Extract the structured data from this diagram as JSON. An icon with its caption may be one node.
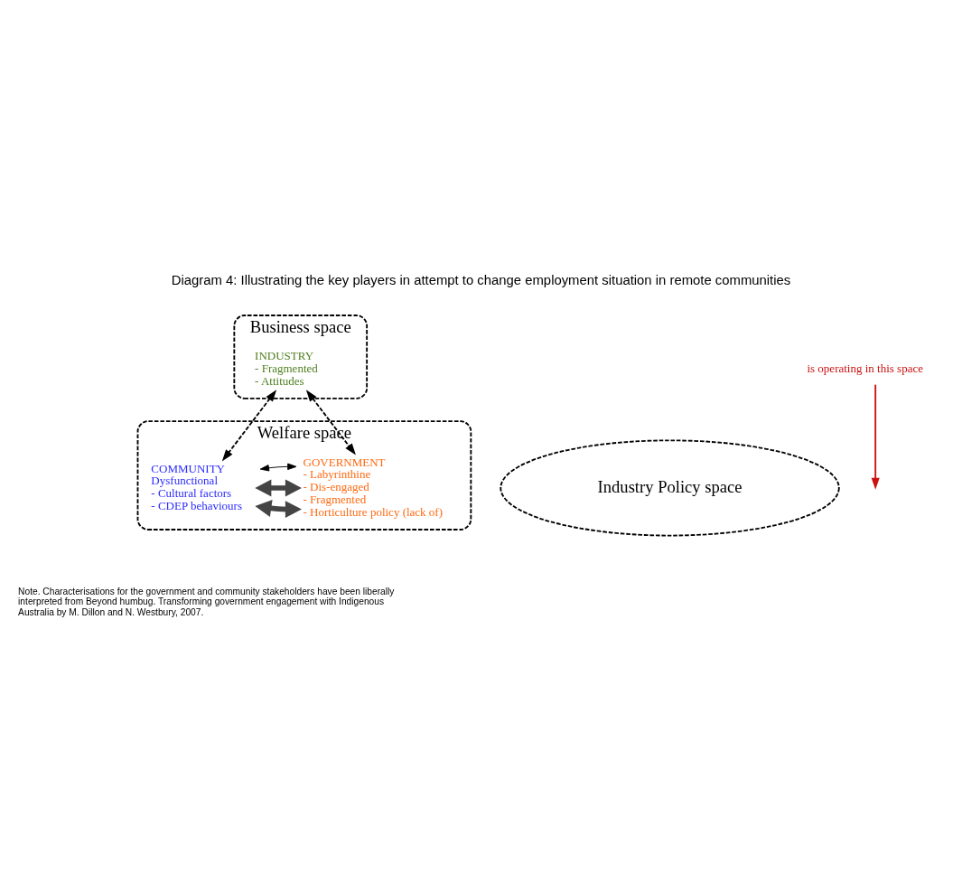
{
  "diagram": {
    "title": "Diagram 4: Illustrating the key players in attempt to change employment situation in remote communities",
    "caption": "Note. Characterisations for the government and community stakeholders have been liberally interpreted from Beyond humbug. Transforming government engagement with Indigenous Australia by M. Dillon and N. Westbury, 2007.",
    "nodes": [
      {
        "text": [
          "Business space"
        ]
      },
      {
        "text": [
          "INDUSTRY",
          "- Fragmented",
          "- Attitudes"
        ],
        "in": 0
      },
      {
        "text": [
          "Industry Policy space"
        ]
      },
      {
        "text": [
          "Welfare space"
        ]
      },
      {
        "text": [
          "COMMUNITY",
          "Dysfunctional",
          "- Cultural factors",
          "- CDEP behaviours"
        ],
        "in": 3
      },
      {
        "text": [
          "GOVERNMENT",
          "- Labyrinthine",
          "- Dis-engaged",
          "- Fragmented",
          "- Horticulture policy (lack of)"
        ],
        "in": 3
      },
      {
        "text": [
          "is operating in this space"
        ]
      }
    ],
    "edges": [
      {
        "from": 1,
        "to": 4,
        "arrow": "both",
        "style": "dashed"
      },
      {
        "from": 1,
        "to": 5,
        "arrow": "both",
        "style": "dashed"
      },
      {
        "from": 4,
        "to": 5,
        "arrow": "both",
        "style": "thick"
      },
      {
        "from": 4,
        "to": 5,
        "arrow": "both",
        "style": "thick"
      },
      {
        "from": 4,
        "to": 5,
        "arrow": "both"
      },
      {
        "from": 6,
        "to": null,
        "arrow": "to",
        "color": "#cc1111"
      }
    ]
  }
}
